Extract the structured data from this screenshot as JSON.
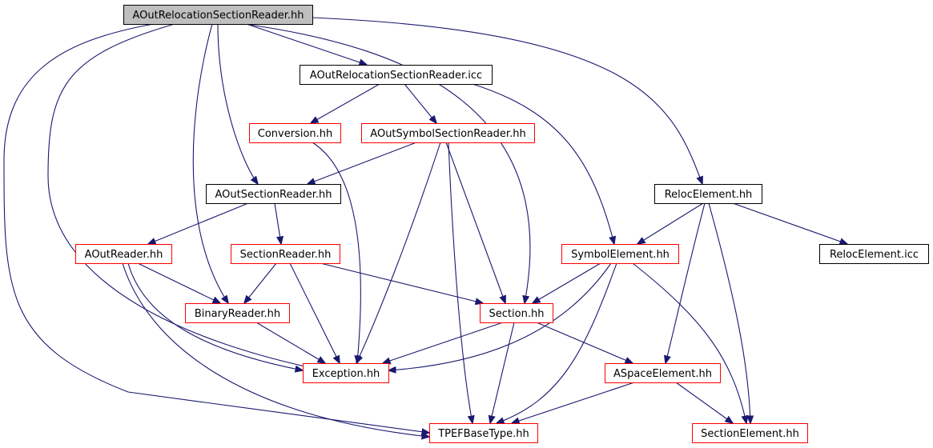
{
  "colors": {
    "edge": "#191970",
    "root_fill": "#bfbfbf",
    "root_border": "#000000",
    "plain_border": "#000000",
    "linked_border": "#ff0000",
    "fill": "#ffffff"
  },
  "nodes": [
    {
      "id": "root",
      "label": "AOutRelocationSectionReader.hh",
      "style": "root"
    },
    {
      "id": "icc",
      "label": "AOutRelocationSectionReader.icc",
      "style": "plain"
    },
    {
      "id": "conv",
      "label": "Conversion.hh",
      "style": "linked"
    },
    {
      "id": "asym",
      "label": "AOutSymbolSectionReader.hh",
      "style": "linked"
    },
    {
      "id": "aosr",
      "label": "AOutSectionReader.hh",
      "style": "plain"
    },
    {
      "id": "reloc",
      "label": "RelocElement.hh",
      "style": "plain"
    },
    {
      "id": "aor",
      "label": "AOutReader.hh",
      "style": "linked"
    },
    {
      "id": "sr",
      "label": "SectionReader.hh",
      "style": "linked"
    },
    {
      "id": "symel",
      "label": "SymbolElement.hh",
      "style": "linked"
    },
    {
      "id": "relicc",
      "label": "RelocElement.icc",
      "style": "plain"
    },
    {
      "id": "br",
      "label": "BinaryReader.hh",
      "style": "linked"
    },
    {
      "id": "sec",
      "label": "Section.hh",
      "style": "linked"
    },
    {
      "id": "exc",
      "label": "Exception.hh",
      "style": "linked"
    },
    {
      "id": "ase",
      "label": "ASpaceElement.hh",
      "style": "linked"
    },
    {
      "id": "tpef",
      "label": "TPEFBaseType.hh",
      "style": "linked"
    },
    {
      "id": "secel",
      "label": "SectionElement.hh",
      "style": "linked"
    }
  ],
  "edges": [
    {
      "from": "root",
      "to": "icc"
    },
    {
      "from": "root",
      "to": "aosr"
    },
    {
      "from": "root",
      "to": "br"
    },
    {
      "from": "root",
      "to": "exc"
    },
    {
      "from": "root",
      "to": "tpef"
    },
    {
      "from": "root",
      "to": "sec"
    },
    {
      "from": "root",
      "to": "reloc"
    },
    {
      "from": "icc",
      "to": "conv"
    },
    {
      "from": "icc",
      "to": "asym"
    },
    {
      "from": "icc",
      "to": "symel"
    },
    {
      "from": "conv",
      "to": "exc"
    },
    {
      "from": "asym",
      "to": "aosr"
    },
    {
      "from": "asym",
      "to": "exc"
    },
    {
      "from": "asym",
      "to": "sec"
    },
    {
      "from": "asym",
      "to": "tpef"
    },
    {
      "from": "aosr",
      "to": "aor"
    },
    {
      "from": "aosr",
      "to": "sr"
    },
    {
      "from": "reloc",
      "to": "symel"
    },
    {
      "from": "reloc",
      "to": "relicc"
    },
    {
      "from": "reloc",
      "to": "ase"
    },
    {
      "from": "reloc",
      "to": "secel"
    },
    {
      "from": "aor",
      "to": "br"
    },
    {
      "from": "aor",
      "to": "exc"
    },
    {
      "from": "aor",
      "to": "tpef"
    },
    {
      "from": "sr",
      "to": "br"
    },
    {
      "from": "sr",
      "to": "exc"
    },
    {
      "from": "sr",
      "to": "sec"
    },
    {
      "from": "symel",
      "to": "sec"
    },
    {
      "from": "symel",
      "to": "exc"
    },
    {
      "from": "symel",
      "to": "tpef"
    },
    {
      "from": "symel",
      "to": "secel"
    },
    {
      "from": "br",
      "to": "exc"
    },
    {
      "from": "sec",
      "to": "exc"
    },
    {
      "from": "sec",
      "to": "ase"
    },
    {
      "from": "sec",
      "to": "tpef"
    },
    {
      "from": "ase",
      "to": "tpef"
    },
    {
      "from": "ase",
      "to": "secel"
    }
  ]
}
